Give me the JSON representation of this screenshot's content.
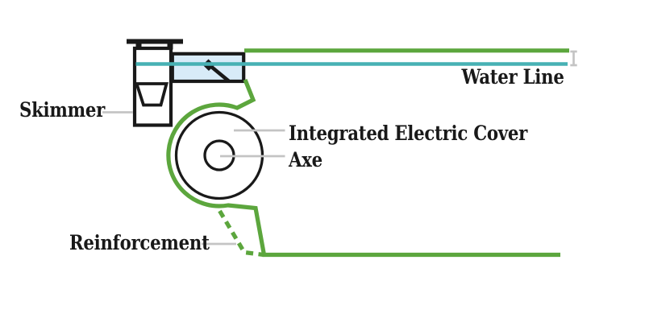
{
  "diagram": {
    "labels": {
      "skimmer": "Skimmer",
      "water_line": "Water Line",
      "integrated_electric_cover": "Integrated Electric Cover",
      "axe": "Axe",
      "reinforcement": "Reinforcement"
    },
    "colors": {
      "wall_green": "#5ca63d",
      "water_teal": "#47b1b4",
      "throat_fill": "#d8ebf8",
      "leader_gray": "#c4c4c4",
      "ink": "#191919"
    }
  }
}
